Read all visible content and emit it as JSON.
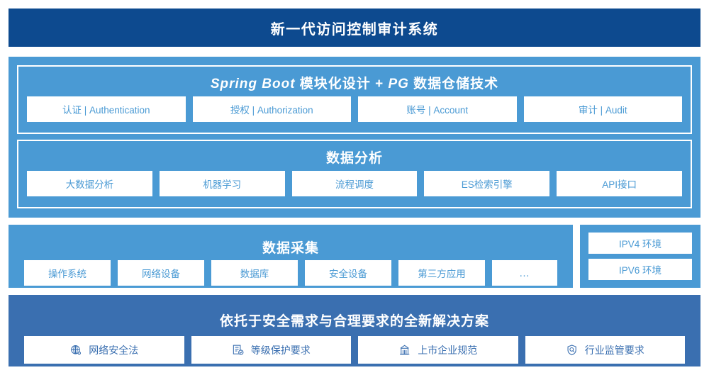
{
  "header": {
    "title": "新一代访问控制审计系统"
  },
  "stack": {
    "springboot": {
      "title_pre": "Spring Boot",
      "title_mid": " 模块化设计 + ",
      "title_ital2": "PG",
      "title_post": " 数据仓储技术",
      "items": [
        {
          "label": "认证 | Authentication"
        },
        {
          "label": "授权 | Authorization"
        },
        {
          "label": "账号 | Account"
        },
        {
          "label": "审计 | Audit"
        }
      ]
    },
    "analysis": {
      "title": "数据分析",
      "items": [
        {
          "label": "大数据分析"
        },
        {
          "label": "机器学习"
        },
        {
          "label": "流程调度"
        },
        {
          "label": "ES检索引擎"
        },
        {
          "label": "API接口"
        }
      ]
    }
  },
  "collection": {
    "title": "数据采集",
    "items": [
      {
        "label": "操作系统"
      },
      {
        "label": "网络设备"
      },
      {
        "label": "数据库"
      },
      {
        "label": "安全设备"
      },
      {
        "label": "第三方应用"
      },
      {
        "label": "…"
      }
    ]
  },
  "environment": {
    "items": [
      {
        "label": "IPV4 环境"
      },
      {
        "label": "IPV6 环境"
      }
    ]
  },
  "compliance": {
    "title": "依托于安全需求与合理要求的全新解决方案",
    "items": [
      {
        "label": "网络安全法",
        "icon": "globe-icon"
      },
      {
        "label": "等级保护要求",
        "icon": "document-check-icon"
      },
      {
        "label": "上市企业规范",
        "icon": "building-icon"
      },
      {
        "label": "行业监管要求",
        "icon": "shield-search-icon"
      }
    ]
  },
  "colors": {
    "header_blue": "#0d4a8f",
    "panel_light_blue": "#4a9ad4",
    "panel_dark_blue": "#3a6fb0",
    "card_white": "#ffffff"
  }
}
